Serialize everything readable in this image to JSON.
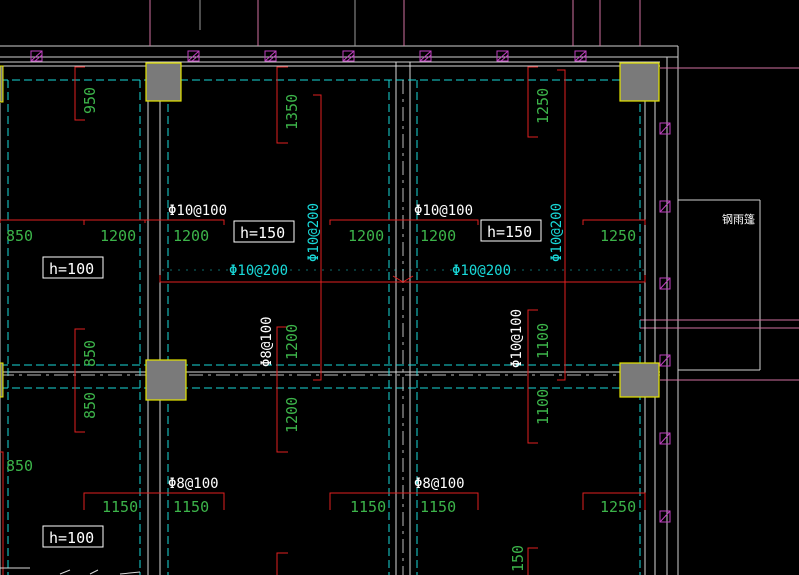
{
  "colors": {
    "background": "#000000",
    "column_fill": "#7a7a7a",
    "column_edge": "#e6e600",
    "dim_red": "#e02020",
    "dim_text": "#3cb44a",
    "rebar_cyan": "#19d9d9",
    "beam_white": "#d8d8d8",
    "wall_magenta": "#c040c0",
    "axis_pink": "#d070a0"
  },
  "labels": {
    "rebar_top_left": "Φ10@100",
    "rebar_top_right": "Φ10@100",
    "rebar_mid_left": "Φ10@200",
    "rebar_mid_right": "Φ10@200",
    "rebar_vert_left": "Φ10@200",
    "rebar_vert_right": "Φ10@200",
    "rebar_side_left": "Φ8@100",
    "rebar_side_right": "Φ10@100",
    "rebar_bottom_left": "Φ8@100",
    "rebar_bottom_right": "Φ8@100",
    "thickness_left_top": "h=100",
    "thickness_mid_left": "h=150",
    "thickness_mid_right": "h=150",
    "thickness_left_bottom": "h=100",
    "room_label": "钢雨篷"
  },
  "dimensions": {
    "top_left": "950",
    "top_mid": "1350",
    "top_right": "1250",
    "row1_a": "850",
    "row1_b": "1200",
    "row1_c": "1200",
    "row1_d": "1200",
    "row1_e": "1200",
    "row1_f": "1250",
    "mid_a": "850",
    "mid_b": "1200",
    "mid_c": "1100",
    "low_a": "850",
    "low_b": "1200",
    "low_c": "1100",
    "row2_a": "850",
    "row3_a": "1150",
    "row3_b": "1150",
    "row3_c": "1150",
    "row3_d": "1150",
    "row3_e": "1250",
    "bottom_mid": "150"
  }
}
